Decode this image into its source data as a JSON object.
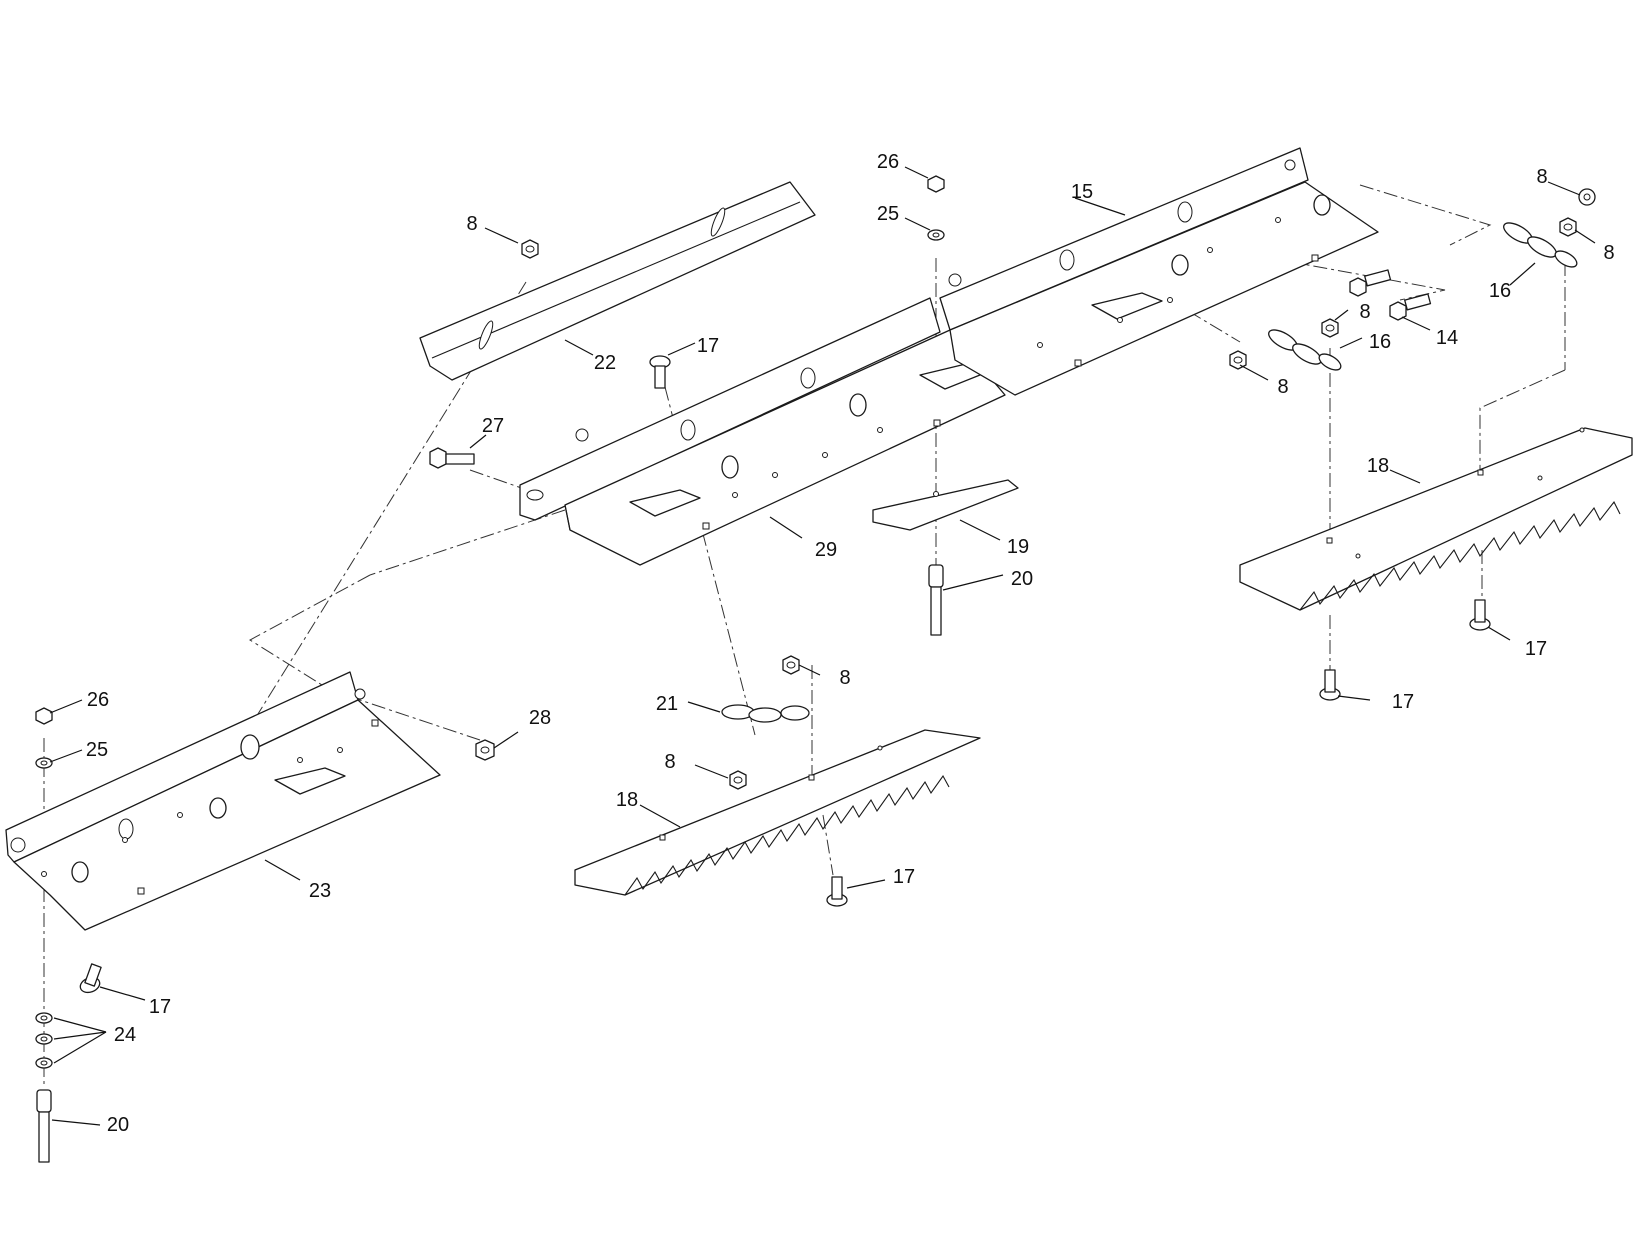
{
  "diagram": {
    "callouts": [
      {
        "id": "c-8-top-left",
        "label": "8"
      },
      {
        "id": "c-22",
        "label": "22"
      },
      {
        "id": "c-17-top",
        "label": "17"
      },
      {
        "id": "c-27",
        "label": "27"
      },
      {
        "id": "c-29",
        "label": "29"
      },
      {
        "id": "c-26-top",
        "label": "26"
      },
      {
        "id": "c-25-top",
        "label": "25"
      },
      {
        "id": "c-15",
        "label": "15"
      },
      {
        "id": "c-19",
        "label": "19"
      },
      {
        "id": "c-20-mid",
        "label": "20"
      },
      {
        "id": "c-8-top-right-a",
        "label": "8"
      },
      {
        "id": "c-8-top-right-b",
        "label": "8"
      },
      {
        "id": "c-16-right",
        "label": "16"
      },
      {
        "id": "c-8-mid-right",
        "label": "8"
      },
      {
        "id": "c-16-mid",
        "label": "16"
      },
      {
        "id": "c-14",
        "label": "14"
      },
      {
        "id": "c-8-chain-mid",
        "label": "8"
      },
      {
        "id": "c-18-right",
        "label": "18"
      },
      {
        "id": "c-17-right-a",
        "label": "17"
      },
      {
        "id": "c-17-right-b",
        "label": "17"
      },
      {
        "id": "c-26-left",
        "label": "26"
      },
      {
        "id": "c-25-left",
        "label": "25"
      },
      {
        "id": "c-28",
        "label": "28"
      },
      {
        "id": "c-23",
        "label": "23"
      },
      {
        "id": "c-17-left",
        "label": "17"
      },
      {
        "id": "c-24",
        "label": "24"
      },
      {
        "id": "c-20-left",
        "label": "20"
      },
      {
        "id": "c-8-center-a",
        "label": "8"
      },
      {
        "id": "c-21",
        "label": "21"
      },
      {
        "id": "c-8-center-b",
        "label": "8"
      },
      {
        "id": "c-18-center",
        "label": "18"
      },
      {
        "id": "c-17-center",
        "label": "17"
      }
    ]
  }
}
